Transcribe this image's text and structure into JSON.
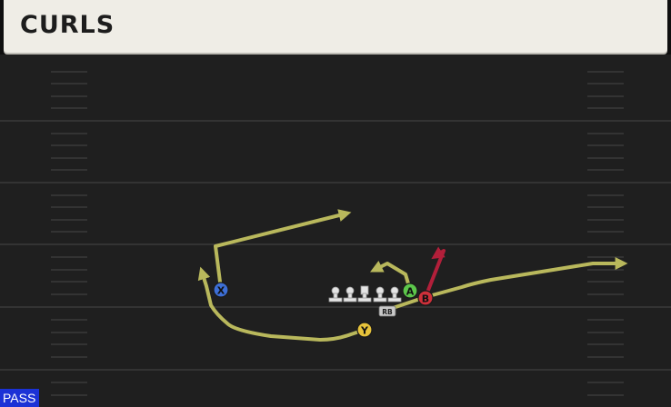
{
  "play": {
    "title": "CURLS",
    "play_type": "PASS"
  },
  "players": {
    "x": {
      "button": "X",
      "color": "#3d6fd6"
    },
    "y": {
      "button": "Y",
      "color": "#e7c33b"
    },
    "a": {
      "button": "A",
      "color": "#5cc64b"
    },
    "b": {
      "button": "B",
      "color": "#d0303a"
    },
    "rb": {
      "label": "RB"
    }
  },
  "colors": {
    "route": "#b9b85c",
    "primary_route": "#b21f3a",
    "field_bg": "#1f1f1f",
    "yard_line": "#3a3a3a",
    "header_bg": "#efede6",
    "pass_badge": "#1b32d6"
  }
}
